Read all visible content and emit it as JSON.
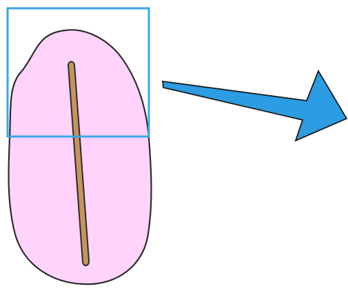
{
  "colors": {
    "background": "#ffffff",
    "blob_fill": "#ffd3fb",
    "blob_stroke": "#2b2b2b",
    "stick_fill": "#c4955c",
    "stick_stroke": "#2b2b2b",
    "selection_box": "#36a8e8",
    "arrow_fill": "#2c9ce3",
    "arrow_stroke": "#1b1b1b"
  },
  "icons": {
    "shape": "pink-blob-shape",
    "rod": "brown-stick",
    "crop": "selection-rectangle",
    "arrow": "right-arrow-icon"
  }
}
